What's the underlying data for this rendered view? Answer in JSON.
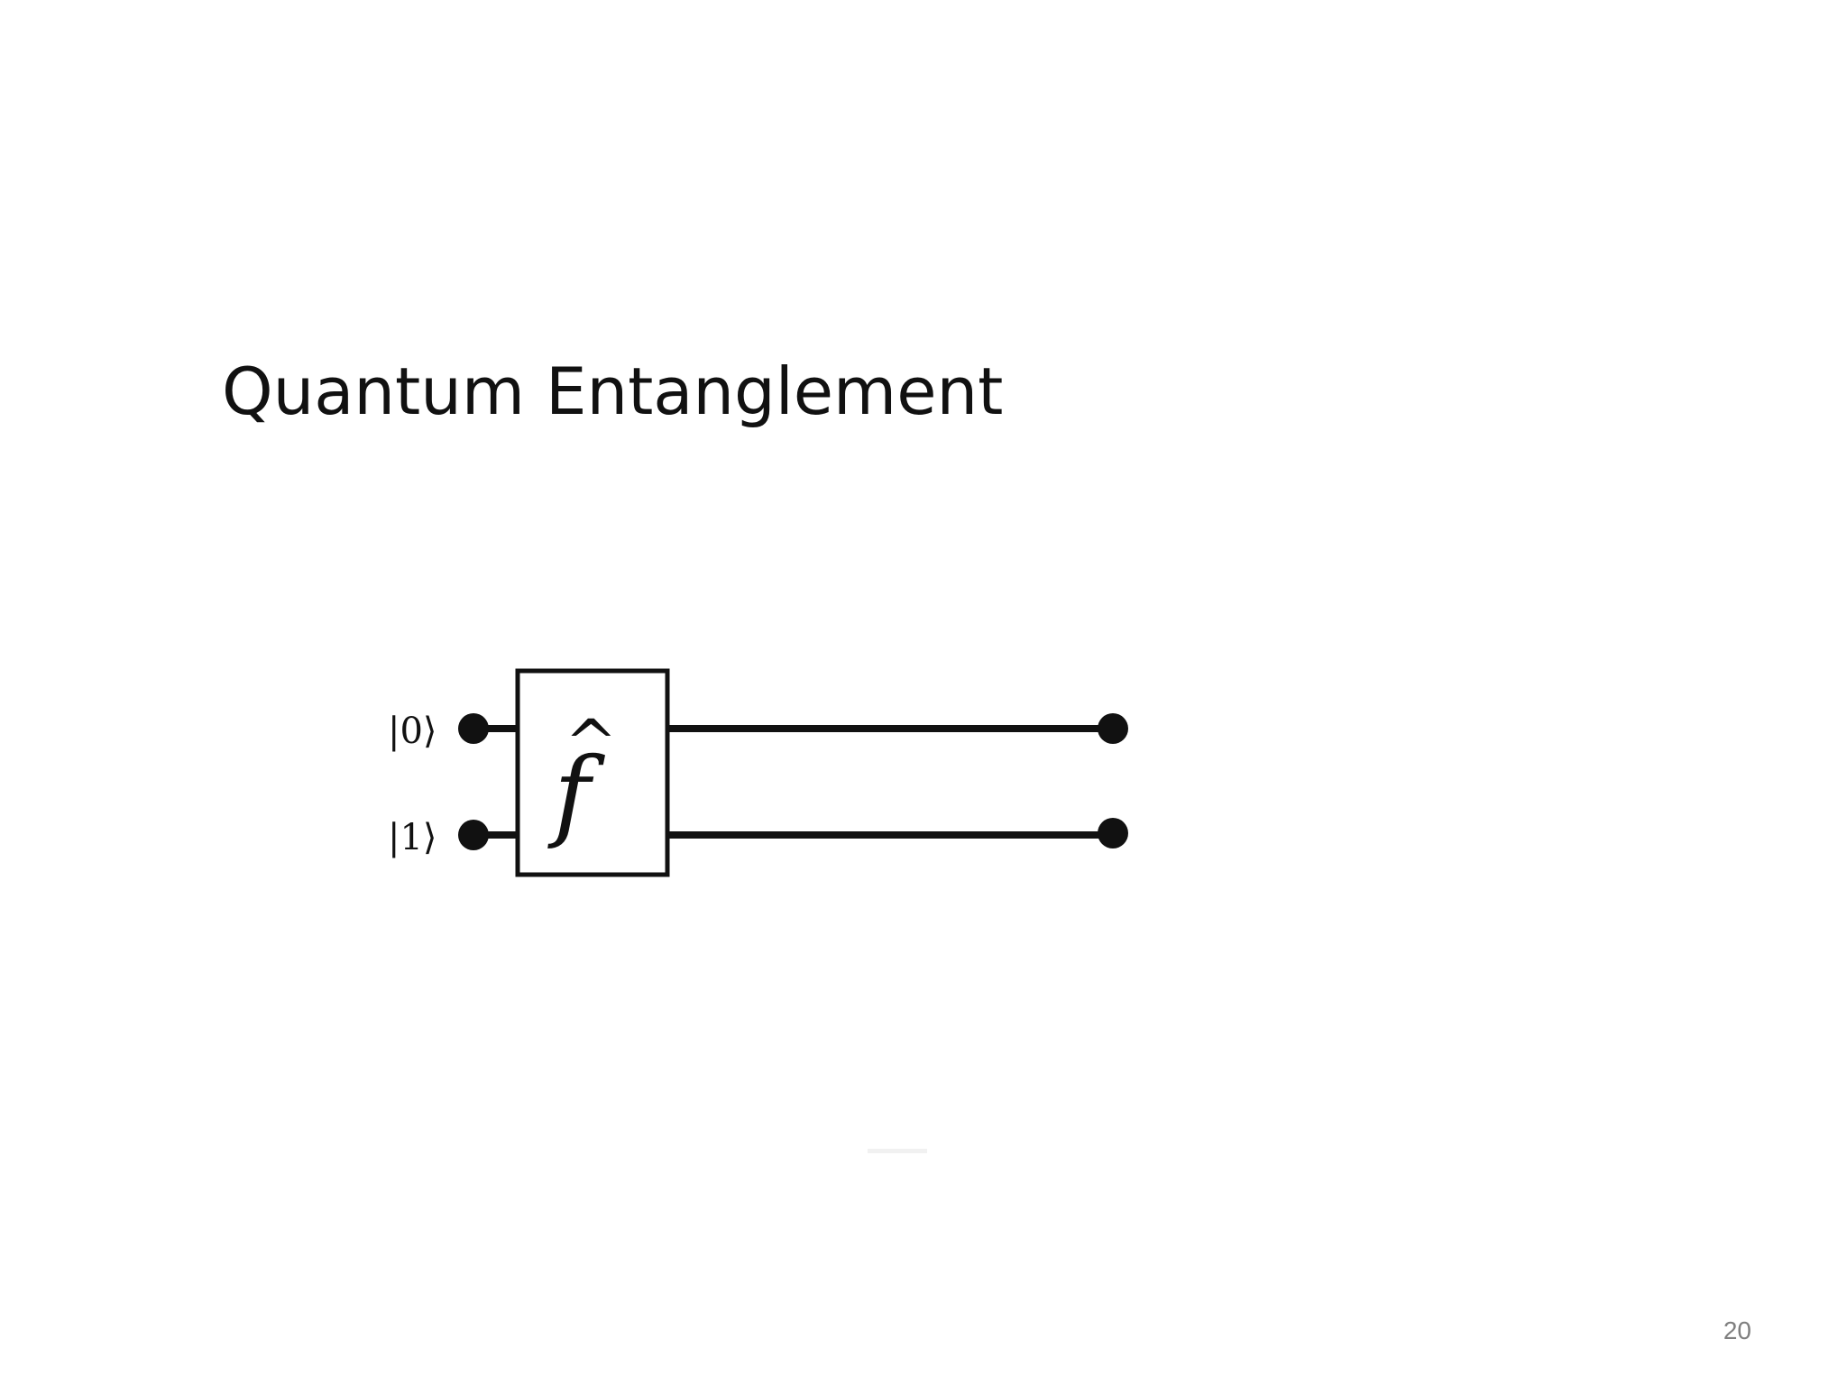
{
  "slide": {
    "title": "Quantum Entanglement",
    "page_number": "20"
  },
  "circuit": {
    "inputs": [
      {
        "label": "|0⟩"
      },
      {
        "label": "|1⟩"
      }
    ],
    "gate": {
      "symbol": "f",
      "hat": "^"
    }
  },
  "colors": {
    "ink": "#111111",
    "page_number": "#7f7f7f",
    "background": "#ffffff"
  }
}
